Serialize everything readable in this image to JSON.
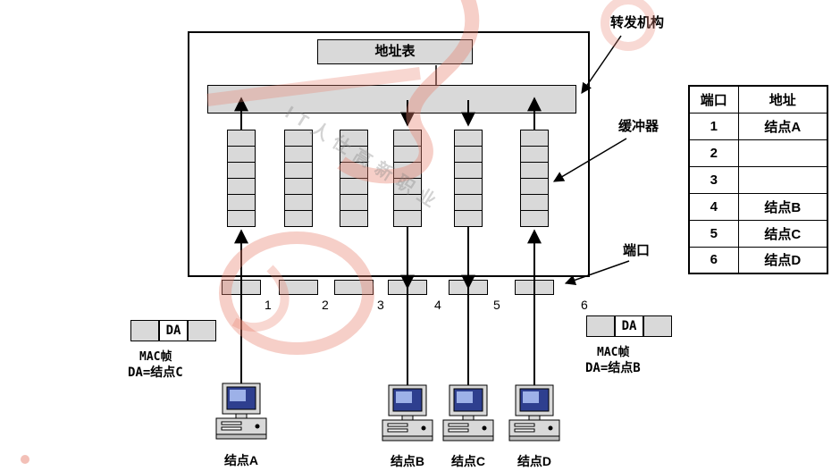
{
  "labels": {
    "address_table": "地址表",
    "forwarding": "转发机构",
    "buffer": "缓冲器",
    "port": "端口"
  },
  "port_numbers": [
    "1",
    "2",
    "3",
    "4",
    "5",
    "6"
  ],
  "address_table": {
    "headers": [
      "端口",
      "地址"
    ],
    "rows": [
      {
        "port": "1",
        "address": "结点A"
      },
      {
        "port": "2",
        "address": ""
      },
      {
        "port": "3",
        "address": ""
      },
      {
        "port": "4",
        "address": "结点B"
      },
      {
        "port": "5",
        "address": "结点C"
      },
      {
        "port": "6",
        "address": "结点D"
      }
    ]
  },
  "mac_frames": {
    "left": {
      "field": "DA",
      "caption": "MAC帧",
      "destination": "DA=结点C"
    },
    "right": {
      "field": "DA",
      "caption": "MAC帧",
      "destination": "DA=结点B"
    }
  },
  "nodes": [
    {
      "label": "结点A"
    },
    {
      "label": "结点B"
    },
    {
      "label": "结点C"
    },
    {
      "label": "结点D"
    }
  ],
  "watermark": {
    "text": "IT人仕高新职业"
  },
  "colors": {
    "box_fill": "#d9d9d9",
    "border": "#000000",
    "screen_fill": "#2e3f8f",
    "watermark_red": "#e8826f"
  }
}
